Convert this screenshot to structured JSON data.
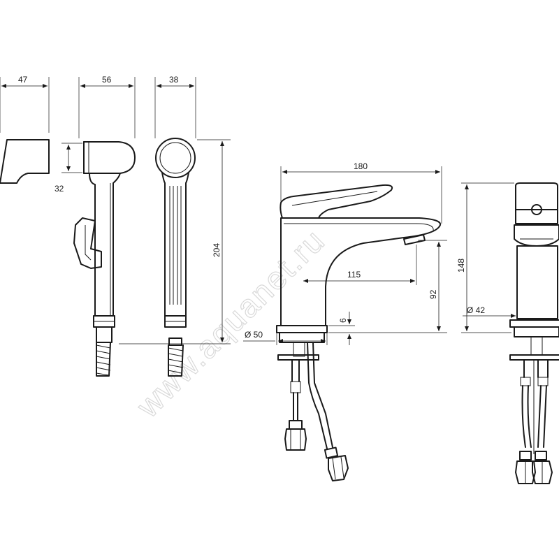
{
  "watermark": "www.aquanet.ru",
  "dimensions": {
    "holder_width": "47",
    "shower_width": "56",
    "shower_depth": "38",
    "holder_height": "32",
    "shower_length": "204",
    "faucet_reach": "180",
    "spout_projection": "115",
    "spout_height": "92",
    "faucet_height": "148",
    "base_diameter": "Ø 50",
    "body_diameter": "Ø 42",
    "base_thickness": "6"
  }
}
